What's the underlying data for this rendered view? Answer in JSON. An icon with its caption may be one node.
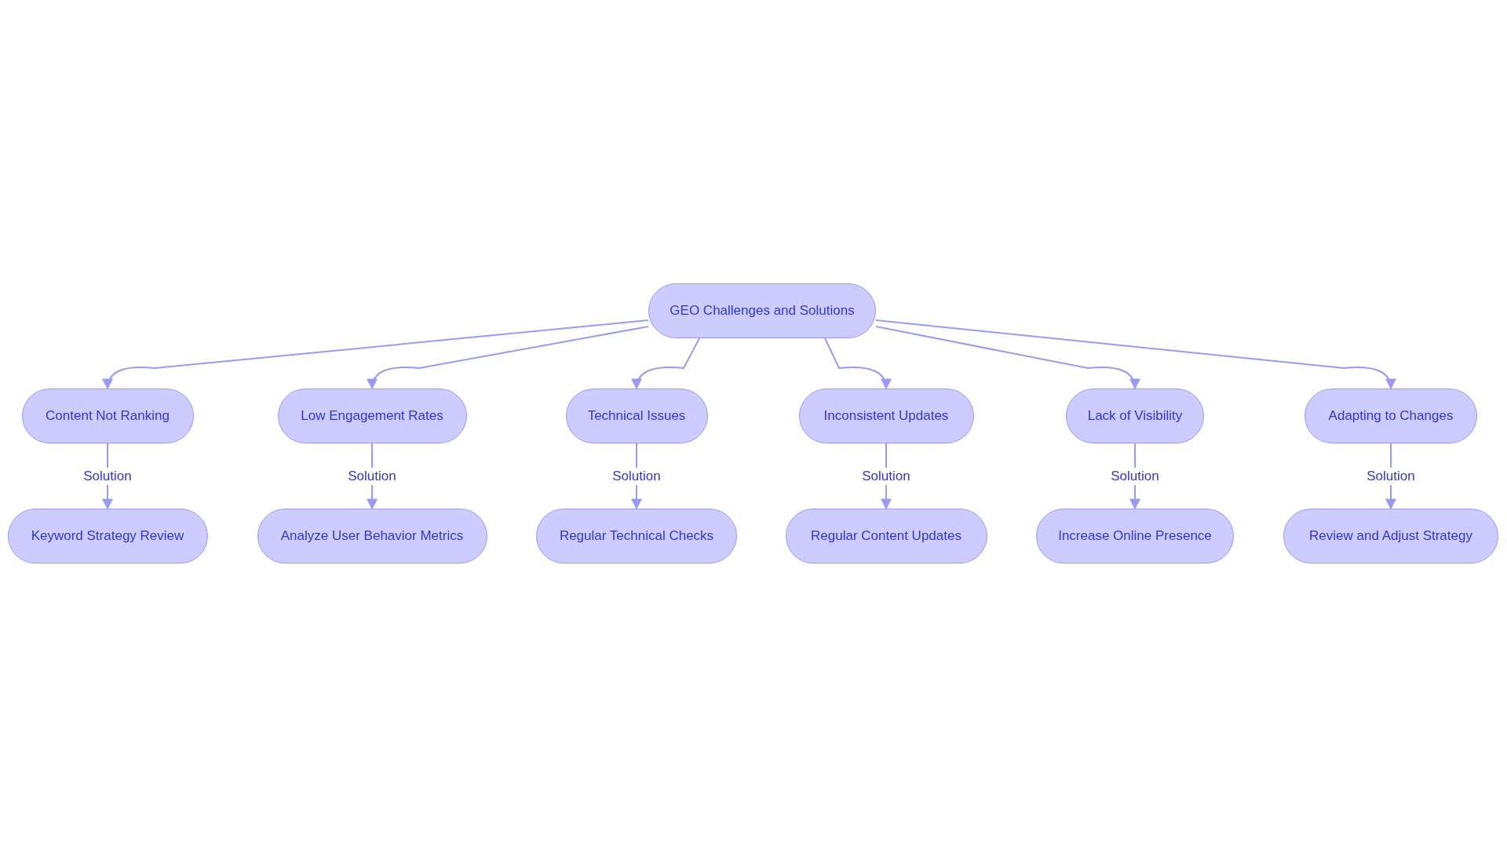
{
  "diagram": {
    "nodes": [
      {
        "text": [
          "GEO Challenges and Solutions"
        ]
      },
      {
        "text": [
          "Content Not Ranking"
        ]
      },
      {
        "text": [
          "Low Engagement Rates"
        ]
      },
      {
        "text": [
          "Technical Issues"
        ]
      },
      {
        "text": [
          "Inconsistent Updates"
        ]
      },
      {
        "text": [
          "Lack of Visibility"
        ]
      },
      {
        "text": [
          "Adapting to Changes"
        ]
      },
      {
        "text": [
          "Keyword Strategy Review"
        ]
      },
      {
        "text": [
          "Analyze User Behavior Metrics"
        ]
      },
      {
        "text": [
          "Regular Technical Checks"
        ]
      },
      {
        "text": [
          "Regular Content Updates"
        ]
      },
      {
        "text": [
          "Increase Online Presence"
        ]
      },
      {
        "text": [
          "Review and Adjust Strategy"
        ]
      }
    ],
    "edges": [
      {
        "from": 0,
        "to": 1,
        "arrow": "to"
      },
      {
        "from": 0,
        "to": 2,
        "arrow": "to"
      },
      {
        "from": 0,
        "to": 3,
        "arrow": "to"
      },
      {
        "from": 0,
        "to": 4,
        "arrow": "to"
      },
      {
        "from": 0,
        "to": 5,
        "arrow": "to"
      },
      {
        "from": 0,
        "to": 6,
        "arrow": "to"
      },
      {
        "from": 1,
        "to": 7,
        "arrow": "to",
        "label": "Solution"
      },
      {
        "from": 2,
        "to": 8,
        "arrow": "to",
        "label": "Solution"
      },
      {
        "from": 3,
        "to": 9,
        "arrow": "to",
        "label": "Solution"
      },
      {
        "from": 4,
        "to": 10,
        "arrow": "to",
        "label": "Solution"
      },
      {
        "from": 5,
        "to": 11,
        "arrow": "to",
        "label": "Solution"
      },
      {
        "from": 6,
        "to": 12,
        "arrow": "to",
        "label": "Solution"
      }
    ]
  }
}
